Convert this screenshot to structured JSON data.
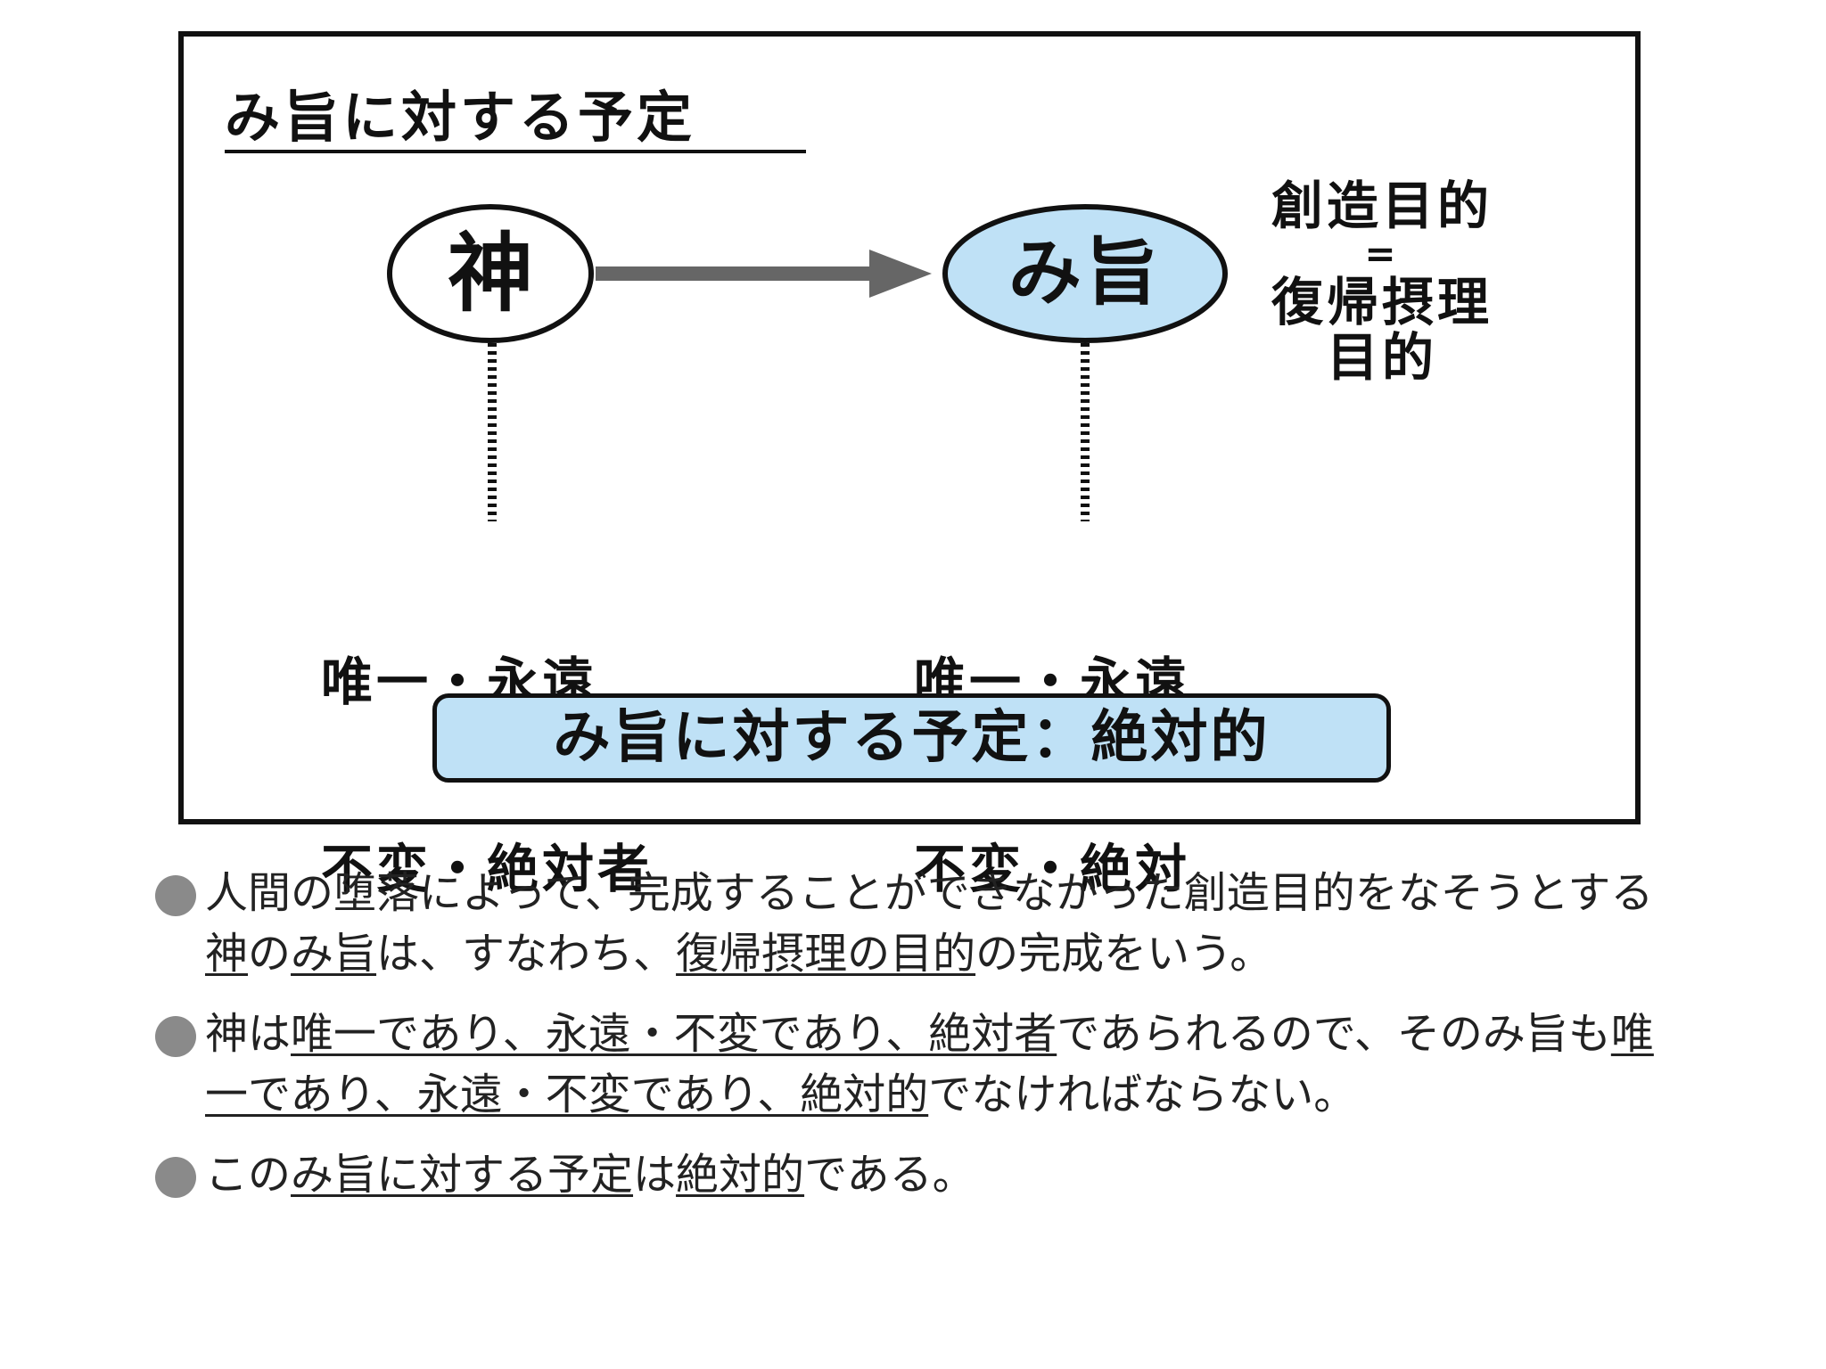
{
  "diagram": {
    "title": "み旨に対する予定",
    "nodes": {
      "god": {
        "label": "神",
        "fill": "#ffffff"
      },
      "will": {
        "label": "み旨",
        "fill": "#bfe1f6"
      }
    },
    "purpose": {
      "line1": "創造目的",
      "equals": "=",
      "line2": "復帰摂理",
      "line3": "目的"
    },
    "attributes": {
      "god": {
        "line1": "唯一・永遠",
        "line2": "不変・絶対者"
      },
      "will": {
        "line1": "唯一・永遠",
        "line2": "不変・絶対"
      }
    },
    "result": "み旨に対する予定：絶対的",
    "colors": {
      "accent": "#bfe1f6",
      "arrow": "#666666",
      "border": "#111111",
      "bullet": "#8a8a8a"
    }
  },
  "bullets": [
    {
      "parts": [
        {
          "text": "人間の堕落によって、完成することができなかった創造目的をなそうとする"
        },
        {
          "text": "神",
          "u": true
        },
        {
          "text": "の"
        },
        {
          "text": "み旨",
          "u": true
        },
        {
          "text": "は、すなわち、"
        },
        {
          "text": "復帰摂理の目的",
          "u": true
        },
        {
          "text": "の完成をいう。"
        }
      ]
    },
    {
      "parts": [
        {
          "text": "神は"
        },
        {
          "text": "唯一であり、永遠・不変であり、絶対者",
          "u": true
        },
        {
          "text": "であられるので、そのみ旨も"
        },
        {
          "text": "唯一であり、永遠・不変であり、絶対的",
          "u": true
        },
        {
          "text": "でなければならない。"
        }
      ]
    },
    {
      "parts": [
        {
          "text": "この"
        },
        {
          "text": "み旨に対する予定",
          "u": true
        },
        {
          "text": "は"
        },
        {
          "text": "絶対的",
          "u": true
        },
        {
          "text": "である。"
        }
      ]
    }
  ]
}
